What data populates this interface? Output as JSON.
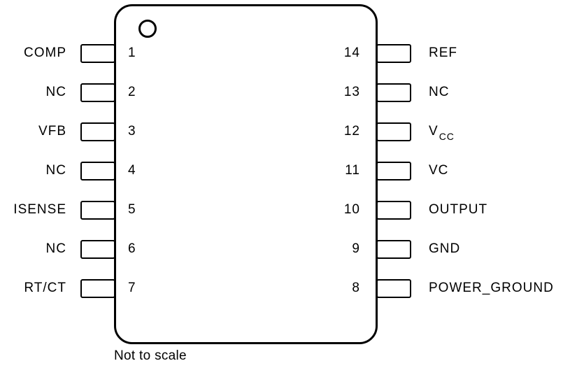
{
  "diagram": {
    "caption": "Not to scale",
    "colors": {
      "line": "#000000",
      "background": "#ffffff",
      "text": "#000000"
    },
    "left_pins": [
      {
        "label": "COMP",
        "number": "1"
      },
      {
        "label": "NC",
        "number": "2"
      },
      {
        "label": "VFB",
        "number": "3"
      },
      {
        "label": "NC",
        "number": "4"
      },
      {
        "label": "ISENSE",
        "number": "5"
      },
      {
        "label": "NC",
        "number": "6"
      },
      {
        "label": "RT/CT",
        "number": "7"
      }
    ],
    "right_pins": [
      {
        "label": "REF",
        "sub": "",
        "number": "14"
      },
      {
        "label": "NC",
        "sub": "",
        "number": "13"
      },
      {
        "label": "V",
        "sub": "CC",
        "number": "12"
      },
      {
        "label": "VC",
        "sub": "",
        "number": "11"
      },
      {
        "label": "OUTPUT",
        "sub": "",
        "number": "10"
      },
      {
        "label": "GND",
        "sub": "",
        "number": "9"
      },
      {
        "label": "POWER_GROUND",
        "sub": "",
        "number": "8"
      }
    ]
  }
}
